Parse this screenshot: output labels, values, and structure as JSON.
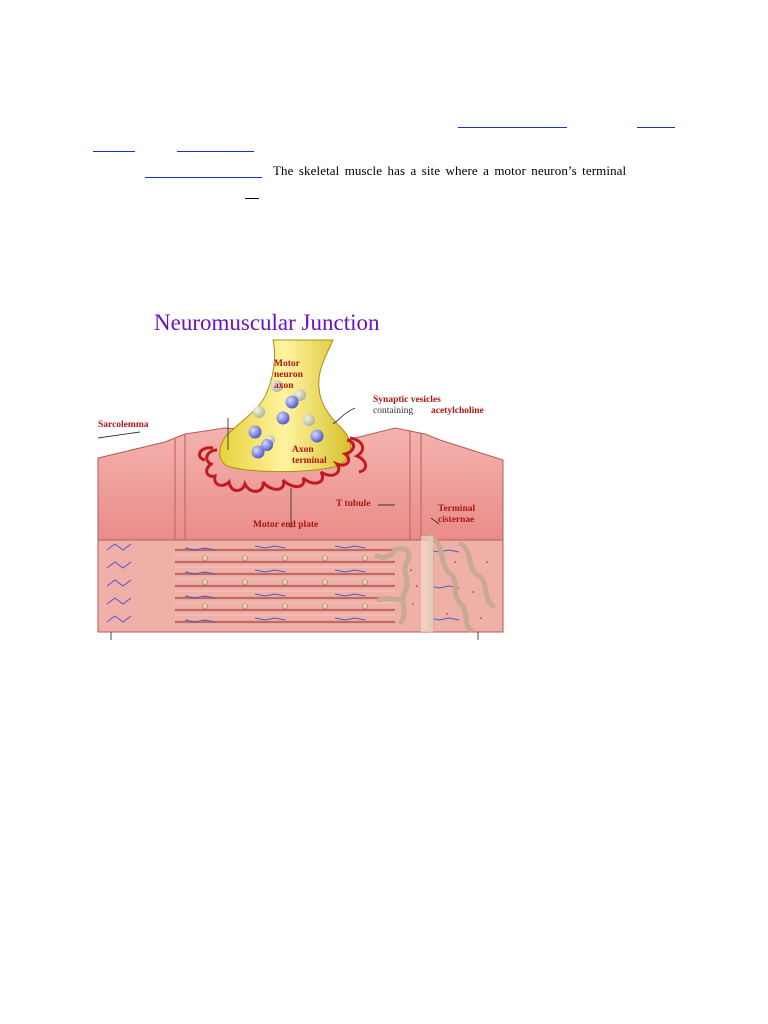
{
  "paragraph": {
    "text": "The skeletal muscle has a site where a motor neuron’s terminal"
  },
  "figure": {
    "title": "Neuromuscular Junction",
    "labels": {
      "motor_neuron": "Motor\nneuron\naxon",
      "synaptic_vesicles": "Synaptic vesicles",
      "containing": "containing",
      "acetylcholine": "acetylcholine",
      "sarcolemma": "Sarcolemma",
      "axon_terminal": "Axon\nterminal",
      "t_tubule": "T tubule",
      "terminal_cisternae": "Terminal\ncisternae",
      "motor_end_plate": "Motor end plate"
    }
  }
}
